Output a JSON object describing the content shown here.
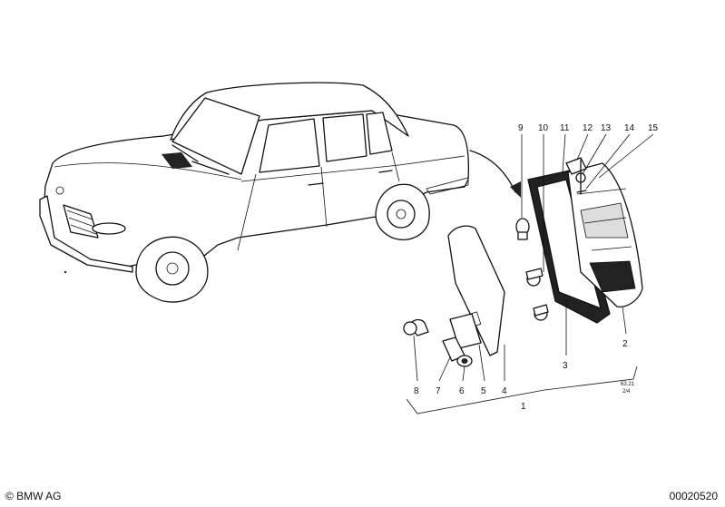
{
  "callouts": [
    {
      "id": "9",
      "label": "9"
    },
    {
      "id": "10",
      "label": "10"
    },
    {
      "id": "11",
      "label": "11"
    },
    {
      "id": "12",
      "label": "12"
    },
    {
      "id": "13",
      "label": "13"
    },
    {
      "id": "14",
      "label": "14"
    },
    {
      "id": "15",
      "label": "15"
    },
    {
      "id": "2",
      "label": "2"
    },
    {
      "id": "3",
      "label": "3"
    },
    {
      "id": "4",
      "label": "4"
    },
    {
      "id": "5",
      "label": "5"
    },
    {
      "id": "6",
      "label": "6"
    },
    {
      "id": "7",
      "label": "7"
    },
    {
      "id": "8",
      "label": "8"
    },
    {
      "id": "1",
      "label": "1"
    }
  ],
  "code": {
    "line1": "63.21",
    "line2": "2/4"
  },
  "footer": {
    "copyright": "© BMW AG",
    "diagram_number": "00020520"
  }
}
